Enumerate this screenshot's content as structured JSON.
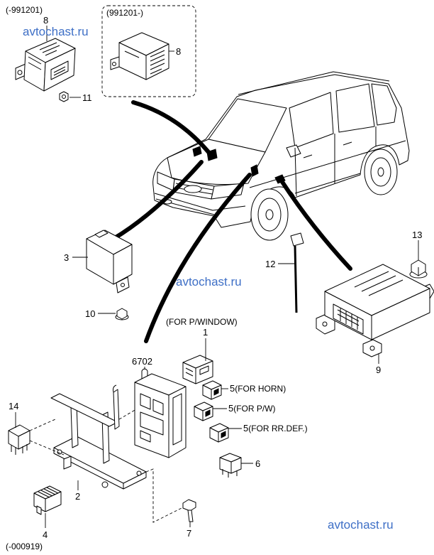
{
  "variants": {
    "module_early": "(-991201)",
    "module_late": "(991201-)",
    "connector_early": "(-000919)"
  },
  "watermarks": {
    "top": "avtochast.ru",
    "middle": "avtochast.ru",
    "bottom": "avtochast.ru"
  },
  "callouts": {
    "part_8_early": "8",
    "part_8_late": "8",
    "part_11": "11",
    "part_3": "3",
    "part_10": "10",
    "part_12": "12",
    "part_13": "13",
    "part_9": "9",
    "part_1": "1",
    "part_6702": "6702",
    "part_5_horn": "5",
    "part_5_pw": "5",
    "part_5_rrdef": "5",
    "part_14": "14",
    "part_6": "6",
    "part_2": "2",
    "part_4": "4",
    "part_7": "7"
  },
  "notes": {
    "part_1": "(FOR P/WINDOW)",
    "part_5_horn": "(FOR HORN)",
    "part_5_pw": "(FOR P/W)",
    "part_5_rrdef": "(FOR RR.DEF.)"
  },
  "colors": {
    "watermark": "#3e6fc6"
  }
}
